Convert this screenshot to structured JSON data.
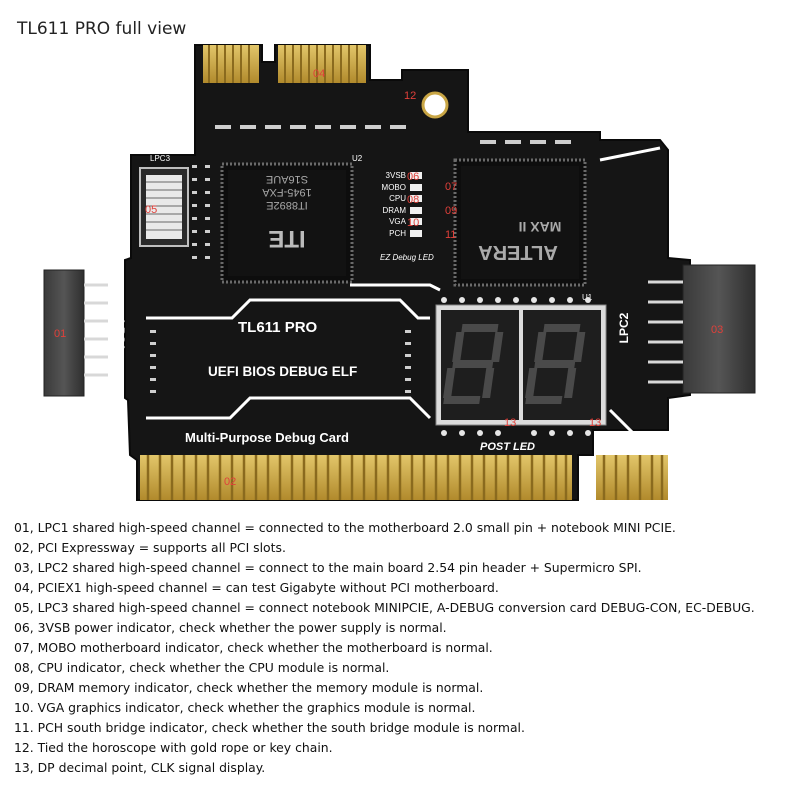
{
  "title": "TL611 PRO full view",
  "board": {
    "name": "TL611 PRO",
    "chip1_brand": "ITE",
    "chip1_lines": [
      "IT8892E",
      "1945-FXA",
      "S16AUE"
    ],
    "chip2_brand": "ALTERA",
    "chip2_series": "MAX II",
    "slogan": "UEFI BIOS DEBUG ELF",
    "subtitle": "Multi-Purpose Debug Card",
    "silk_lpc1": "LPC1",
    "silk_lpc2": "LPC2",
    "silk_lpc3": "LPC3",
    "silk_u2": "U2",
    "silk_u1": "U1",
    "ez_led": "EZ Debug LED",
    "post_led": "POST LED",
    "leds": [
      "3VSB",
      "MOBO",
      "CPU",
      "DRAM",
      "VGA",
      "PCH"
    ],
    "markers": {
      "m01": "01",
      "m02": "02",
      "m03": "03",
      "m04": "04",
      "m05": "05",
      "m06": "06",
      "m07": "07",
      "m08": "08",
      "m09": "09",
      "m10": "10",
      "m11": "11",
      "m12": "12",
      "m13a": "13",
      "m13b": "13"
    },
    "colors": {
      "pcb": "#1a1a1a",
      "gold": "#c9a645",
      "marker": "#e0403a",
      "silk": "#ffffff",
      "segment_off": "#3a3a3a"
    }
  },
  "legend": [
    "01, LPC1 shared high-speed channel = connected to the motherboard 2.0 small pin + notebook MINI PCIE.",
    "02, PCI Expressway = supports all PCI slots.",
    "03, LPC2 shared high-speed channel = connect to the main board 2.54 pin header + Supermicro SPI.",
    "04, PCIEX1 high-speed channel = can test Gigabyte without PCI motherboard.",
    "05, LPC3 shared high-speed channel = connect notebook MINIPCIE, A-DEBUG conversion card DEBUG-CON, EC-DEBUG.",
    "06, 3VSB power indicator, check whether the power supply is normal.",
    "07, MOBO motherboard indicator, check whether the motherboard is normal.",
    "08, CPU indicator, check whether the CPU module is normal.",
    "09, DRAM memory indicator, check whether the memory module is normal.",
    "10. VGA graphics indicator, check whether the graphics module is normal.",
    "11. PCH south bridge indicator, check whether the south bridge module is normal.",
    "12. Tied the horoscope with gold rope or key chain.",
    "13, DP decimal point, CLK signal display."
  ]
}
